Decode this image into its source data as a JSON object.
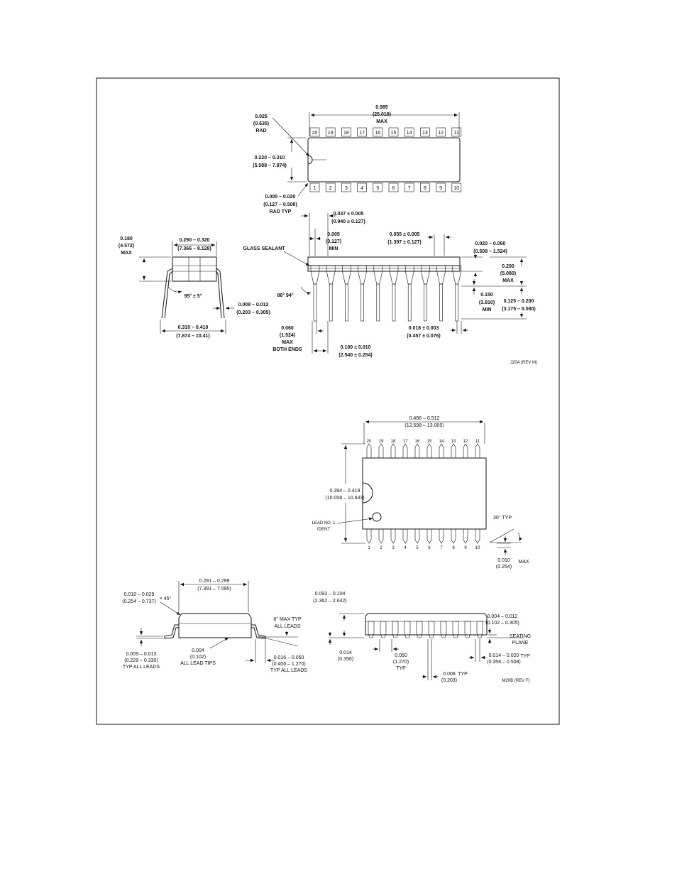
{
  "dip": {
    "top_pins": [
      "20",
      "19",
      "18",
      "17",
      "16",
      "15",
      "14",
      "13",
      "12",
      "11"
    ],
    "bottom_pins": [
      "1",
      "2",
      "3",
      "4",
      "5",
      "6",
      "7",
      "8",
      "9",
      "10"
    ],
    "length": [
      "0.985",
      "(25.019)",
      "MAX"
    ],
    "notch_rad": [
      "0.025",
      "(0.635)",
      "RAD"
    ],
    "body_width": [
      "0.220 – 0.310",
      "(5.588 – 7.874)"
    ],
    "corner_rad": [
      "0.005 – 0.020",
      "(0.127 – 0.508)",
      "RAD TYP"
    ],
    "end_lead_width": [
      "0.037 ± 0.005",
      "(0.940 ± 0.127)"
    ],
    "shoulder_min": [
      "0.005",
      "(0.127)",
      "MIN"
    ],
    "shoulder_width": [
      "0.055 ± 0.005",
      "(1.397 ± 0.127)"
    ],
    "lead_thick_right": [
      "0.020 – 0.060",
      "(0.508 – 1.524)"
    ],
    "glass_sealant": "GLASS SEALANT",
    "height_max": [
      "0.200",
      "(5.080)",
      "MAX"
    ],
    "seat_min": [
      "0.150",
      "(3.810)",
      "MIN"
    ],
    "lead_len": [
      "0.125 – 0.200",
      "(3.175 – 5.080)"
    ],
    "lead_dia": [
      "0.018 ± 0.003",
      "(0.457 ± 0.076)"
    ],
    "end_max": [
      "0.060",
      "(1.524)",
      "MAX",
      "BOTH ENDS"
    ],
    "pitch": [
      "0.100 ± 0.010",
      "(2.540 ± 0.254)"
    ],
    "angle": "86° 94°",
    "side_height": [
      "0.180",
      "(4.572)",
      "MAX"
    ],
    "side_width": [
      "0.290 – 0.320",
      "(7.366 – 8.128)"
    ],
    "side_angle": "95° ± 5°",
    "side_lead_thick": [
      "0.008 – 0.012",
      "(0.203 – 0.305)"
    ],
    "side_span": [
      "0.310 – 0.410",
      "(7.874 – 10.41)"
    ],
    "ref": "J20A (REV M)"
  },
  "soic": {
    "top_pins": [
      "20",
      "19",
      "18",
      "17",
      "16",
      "15",
      "14",
      "13",
      "12",
      "11"
    ],
    "bottom_pins": [
      "1",
      "2",
      "3",
      "4",
      "5",
      "6",
      "7",
      "8",
      "9",
      "10"
    ],
    "length": [
      "0.496 – 0.512",
      "(12.598 – 13.005)"
    ],
    "width": [
      "0.394 – 0.419",
      "(10.008 – 10.643)"
    ],
    "lead1": [
      "LEAD NO. 1",
      "IDENT"
    ],
    "angle": "30° TYP",
    "foot_max": [
      "0.010",
      "MAX",
      "(0.254)"
    ],
    "body_w": [
      "0.291 – 0.299",
      "(7.391 – 7.595)"
    ],
    "chamfer": [
      "0.010 – 0.029",
      "(0.254 – 0.737)",
      "× 45°"
    ],
    "foot_angle": [
      "8° MAX TYP",
      "ALL LEADS"
    ],
    "lead_t": [
      "0.009 – 0.013",
      "(0.229 – 0.330)",
      "TYP ALL LEADS"
    ],
    "lead_tips": [
      "0.004",
      "(0.102)",
      "ALL LEAD TIPS"
    ],
    "foot_len": [
      "0.016 – 0.050",
      "(0.406 – 1.270)",
      "TYP ALL LEADS"
    ],
    "height": [
      "0.093 – 0.104",
      "(2.362 – 2.642)"
    ],
    "standoff": [
      "0.004 – 0.012",
      "(0.102 – 0.305)"
    ],
    "seating": [
      "SEATING",
      "PLANE"
    ],
    "lead_w2": [
      "0.014",
      "(0.356)"
    ],
    "pitch": [
      "0.050",
      "(1.270)",
      "TYP"
    ],
    "lead_w": [
      "0.014 – 0.020",
      "TYP",
      "(0.356 – 0.508)"
    ],
    "lead_thk": [
      "0.008",
      "TYP",
      "(0.203)"
    ],
    "ref": "M20B (REV F)"
  }
}
